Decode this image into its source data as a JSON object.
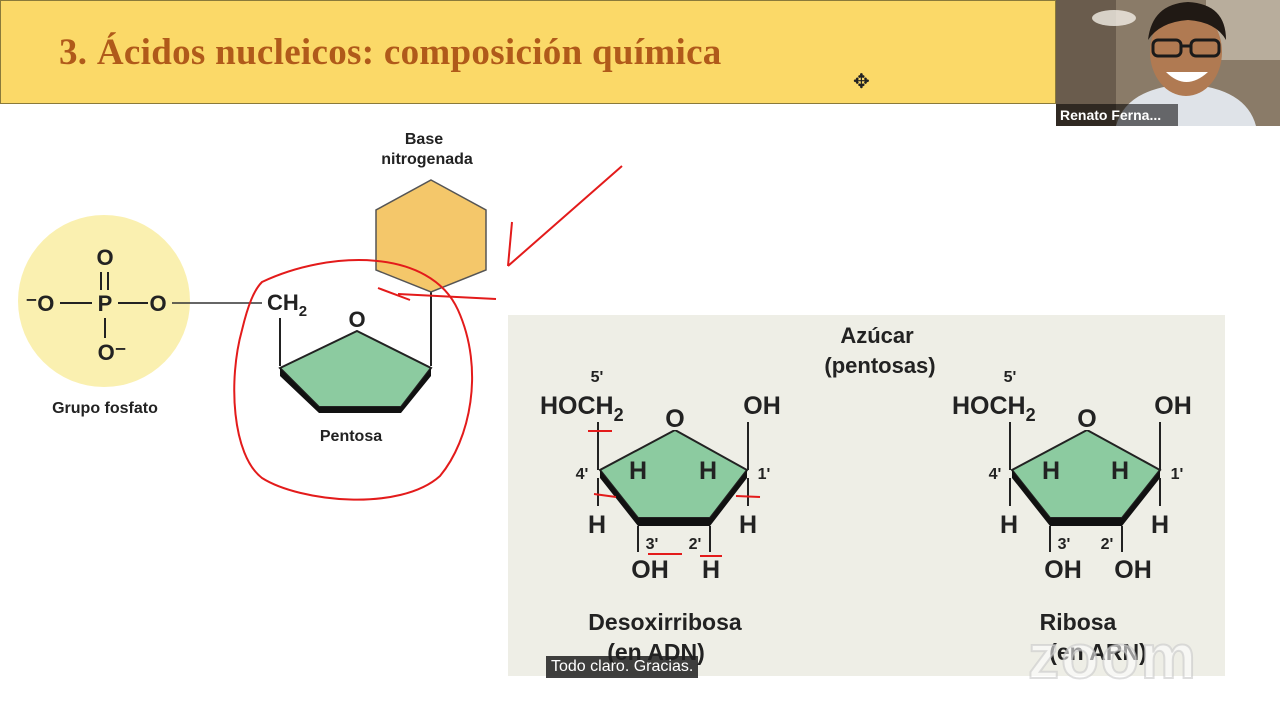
{
  "slide": {
    "title": "3.  Ácidos nucleicos: composición química"
  },
  "diagram": {
    "phosphate": {
      "o_top": "O",
      "o_left": "⁻O",
      "p": "P",
      "o_right": "O",
      "o_bottom": "O⁻",
      "label": "Grupo fosfato"
    },
    "ch2": "CH",
    "ch2_sub": "2",
    "ring_o": "O",
    "base_label_1": "Base",
    "base_label_2": "nitrogenada",
    "pentose_label": "Pentosa"
  },
  "panel": {
    "title_1": "Azúcar",
    "title_2": "(pentosas)",
    "deoxy": {
      "c5": "5'",
      "hoch": "HOCH",
      "sub": "2",
      "o": "O",
      "oh_right": "OH",
      "c4": "4'",
      "c1": "1'",
      "h_in_left": "H",
      "h_in_right": "H",
      "h_left": "H",
      "h_right": "H",
      "c3": "3'",
      "c2": "2'",
      "oh_bottom": "OH",
      "h_bottom": "H",
      "name": "Desoxirribosa",
      "sub_name": "(en ADN)"
    },
    "ribose": {
      "c5": "5'",
      "hoch": "HOCH",
      "sub": "2",
      "o": "O",
      "oh_right": "OH",
      "c4": "4'",
      "c1": "1'",
      "h_in_left": "H",
      "h_in_right": "H",
      "h_left": "H",
      "h_right": "H",
      "c3": "3'",
      "c2": "2'",
      "oh_bottom_left": "OH",
      "oh_bottom_right": "OH",
      "name": "Ribosa",
      "sub_name": "(en ARN)"
    }
  },
  "video": {
    "participant_name": "Renato Ferna..."
  },
  "caption": "Todo claro. Gracias.",
  "watermark": "zoom",
  "colors": {
    "title_bg": "#fbd968",
    "title_text": "#b05a1a",
    "pentose_fill": "#8ccba0",
    "base_fill": "#f4c76a",
    "phosphate_bg": "#faf0b0",
    "panel_bg": "#eeeee6",
    "annotation_red": "#e31b1b"
  }
}
